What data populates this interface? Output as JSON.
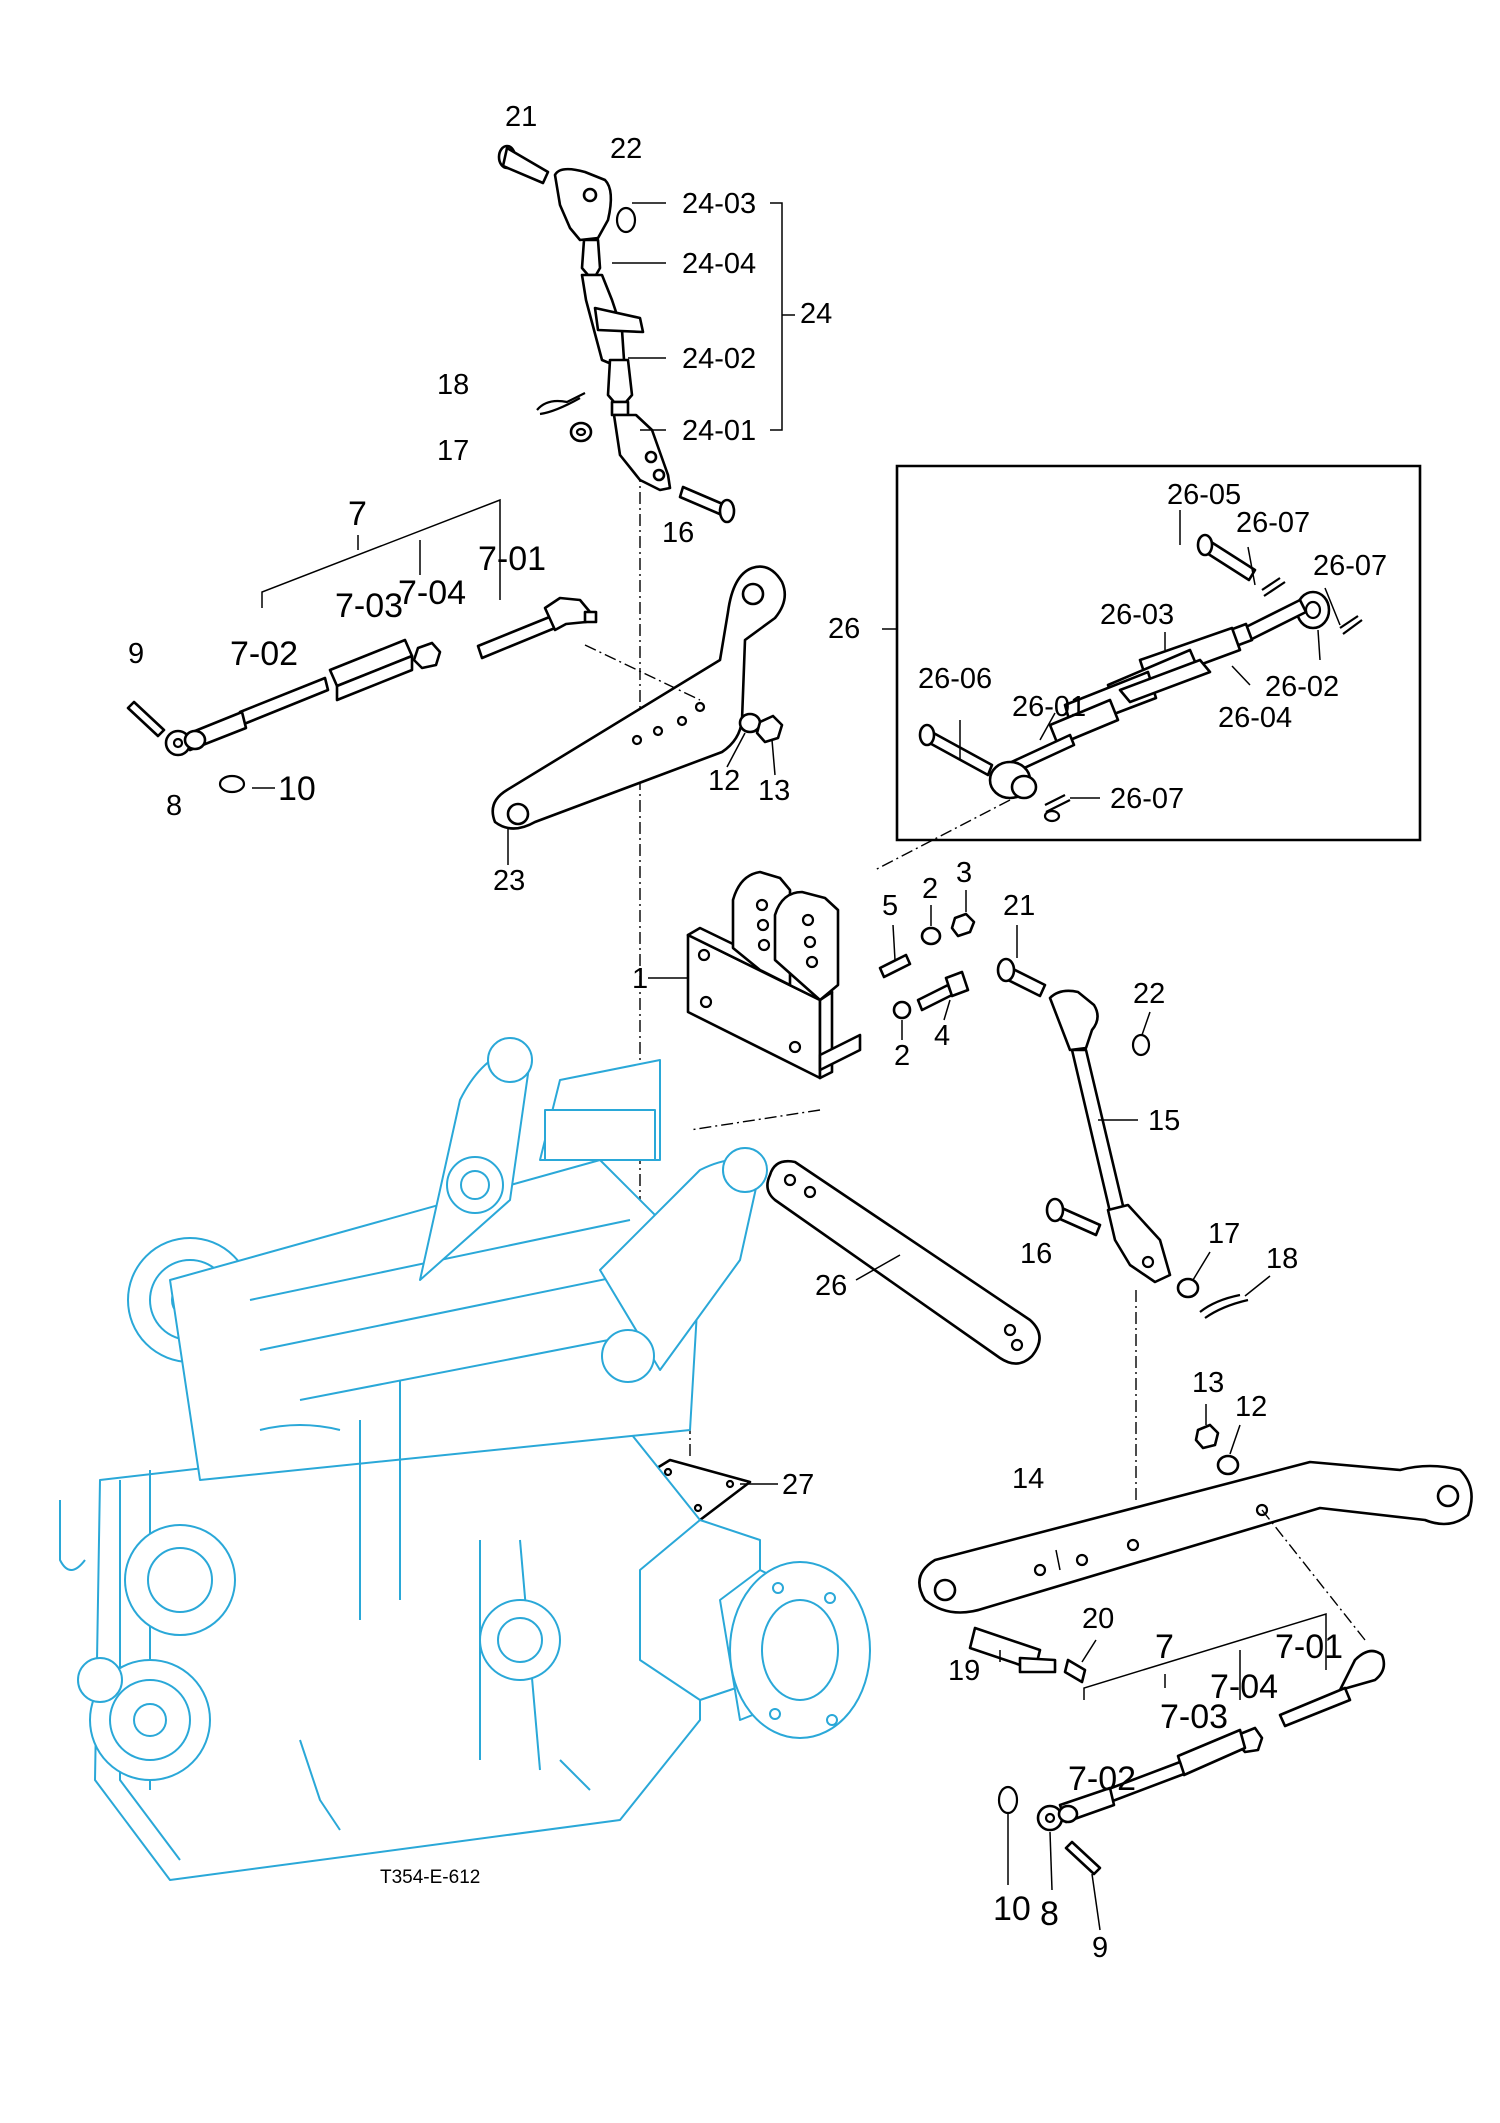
{
  "drawing_code": "T354-E-612",
  "colors": {
    "ink": "#000000",
    "engine_line": "#2aa8d8",
    "background": "#ffffff"
  },
  "callouts": {
    "top_link": {
      "assembly": "24",
      "pin": "21",
      "clip": "22",
      "c03": "24-03",
      "c04": "24-04",
      "c02": "24-02",
      "c01": "24-01",
      "lynch": "18",
      "washer": "17",
      "pin2": "16"
    },
    "left_rod": {
      "assembly": "7",
      "c01": "7-01",
      "c02": "7-02",
      "c03": "7-03",
      "c04": "7-04",
      "pin": "9",
      "washer": "8",
      "ring": "10",
      "washer2": "12",
      "nut": "13",
      "arm": "23"
    },
    "box": {
      "assembly": "26",
      "c05": "26-05",
      "c07a": "26-07",
      "c07b": "26-07",
      "c03": "26-03",
      "c02": "26-02",
      "c06": "26-06",
      "c01": "26-01",
      "c04": "26-04",
      "c07c": "26-07"
    },
    "bracket": {
      "bracket": "1",
      "washer_a": "2",
      "washer_b": "2",
      "nut": "3",
      "bolt": "4",
      "stud": "5"
    },
    "right_link": {
      "pin": "21",
      "clip": "22",
      "rod": "15",
      "pin2": "16",
      "washer": "17",
      "lynch": "18"
    },
    "drawbar": {
      "bar": "26",
      "plate": "27"
    },
    "right_arm": {
      "nut": "13",
      "washer": "12",
      "arm": "14",
      "pin": "19",
      "bolt": "20",
      "assembly": "7",
      "c01": "7-01",
      "c04": "7-04",
      "c03": "7-03",
      "c02": "7-02",
      "ring": "10",
      "washer2": "8",
      "pin2": "9"
    }
  }
}
